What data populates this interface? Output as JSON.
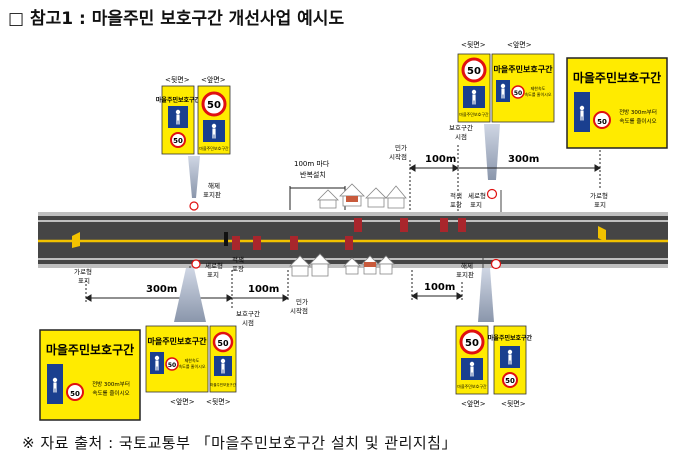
{
  "title": "□ 참고1 : 마을주민 보호구간 개선사업 예시도",
  "footer": "※ 자료 출처 : 국토교통부 「마을주민보호구간 설치 및 관리지침」",
  "zone_text": "마을주민보호구간",
  "speed": "50",
  "warn_text_l1": "전방 300m부터",
  "warn_text_l2": "속도를 줄이시오",
  "small_warn_l1": "제한속도",
  "small_warn_l2": "속도를 줄이시오",
  "back_side": "<뒷면>",
  "front_side": "<앞면>",
  "labels": {
    "removal_sign": "해제\n표지판",
    "red_pave": "적색\n포장",
    "sero_sign": "세로형\n표지",
    "garo_sign": "가로형\n표지",
    "zone_start": "보호구간\n시점",
    "village_start": "민가\n시작점",
    "repeat": "100m 마다\n반복설치"
  },
  "distances": {
    "d300": "300m",
    "d100": "100m"
  },
  "colors": {
    "sign_yellow": "#ffeb00",
    "road": "#444444",
    "red_pave": "#a8262c",
    "speed_red": "#e01010",
    "ped_blue": "#1a3f8f"
  }
}
